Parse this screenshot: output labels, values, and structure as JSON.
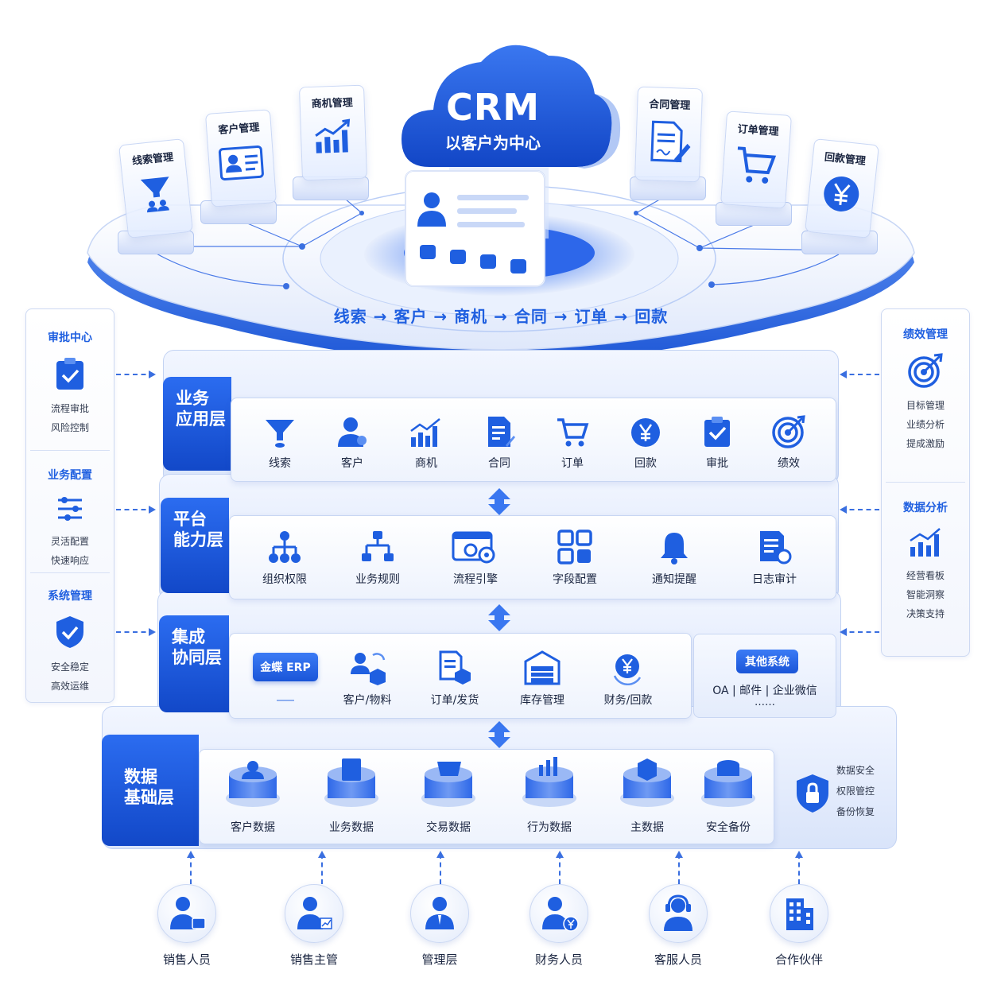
{
  "cloud": {
    "title": "CRM",
    "subtitle": "以客户为中心"
  },
  "flow_text": "线索 → 客户 → 商机 → 合同 → 订单 → 回款",
  "modules": [
    {
      "label": "线索管理",
      "icon": "funnel-icon"
    },
    {
      "label": "客户管理",
      "icon": "id-card-icon"
    },
    {
      "label": "商机管理",
      "icon": "growth-chart-icon"
    },
    {
      "label": "合同管理",
      "icon": "contract-icon"
    },
    {
      "label": "订单管理",
      "icon": "cart-icon"
    },
    {
      "label": "回款管理",
      "icon": "yuan-coin-icon"
    }
  ],
  "layers": {
    "business": {
      "title_line1": "业务",
      "title_line2": "应用层",
      "items": [
        "线索",
        "客户",
        "商机",
        "合同",
        "订单",
        "回款",
        "审批",
        "绩效"
      ]
    },
    "platform": {
      "title_line1": "平台",
      "title_line2": "能力层",
      "items": [
        "组织权限",
        "业务规则",
        "流程引擎",
        "字段配置",
        "通知提醒",
        "日志审计"
      ]
    },
    "integration": {
      "title_line1": "集成",
      "title_line2": "协同层",
      "erp_label": "金蝶 ERP",
      "items": [
        "客户/物料",
        "订单/发货",
        "库存管理",
        "财务/回款"
      ],
      "other_title": "其他系统",
      "other_text": "OA | 邮件 | 企业微信",
      "other_more": "……"
    },
    "data": {
      "title_line1": "数据",
      "title_line2": "基础层",
      "items": [
        "客户数据",
        "业务数据",
        "交易数据",
        "行为数据",
        "主数据",
        "安全备份"
      ],
      "security": [
        "数据安全",
        "权限管控",
        "备份恢复"
      ]
    }
  },
  "left_panel": [
    {
      "title": "审批中心",
      "icon": "clipboard-check-icon",
      "lines": [
        "流程审批",
        "风险控制"
      ]
    },
    {
      "title": "业务配置",
      "icon": "sliders-icon",
      "lines": [
        "灵活配置",
        "快速响应"
      ]
    },
    {
      "title": "系统管理",
      "icon": "shield-check-icon",
      "lines": [
        "安全稳定",
        "高效运维"
      ]
    }
  ],
  "right_panel": [
    {
      "title": "绩效管理",
      "icon": "target-icon",
      "lines": [
        "目标管理",
        "业绩分析",
        "提成激励"
      ]
    },
    {
      "title": "数据分析",
      "icon": "bar-chart-icon",
      "lines": [
        "经营看板",
        "智能洞察",
        "决策支持"
      ]
    }
  ],
  "users": [
    {
      "label": "销售人员",
      "icon": "salesperson-icon"
    },
    {
      "label": "销售主管",
      "icon": "sales-manager-icon"
    },
    {
      "label": "管理层",
      "icon": "executive-icon"
    },
    {
      "label": "财务人员",
      "icon": "finance-staff-icon"
    },
    {
      "label": "客服人员",
      "icon": "headset-agent-icon"
    },
    {
      "label": "合作伙伴",
      "icon": "building-icon"
    }
  ],
  "colors": {
    "primary": "#1f5fe0",
    "dark": "#1248c8",
    "light": "#eef3fd"
  }
}
